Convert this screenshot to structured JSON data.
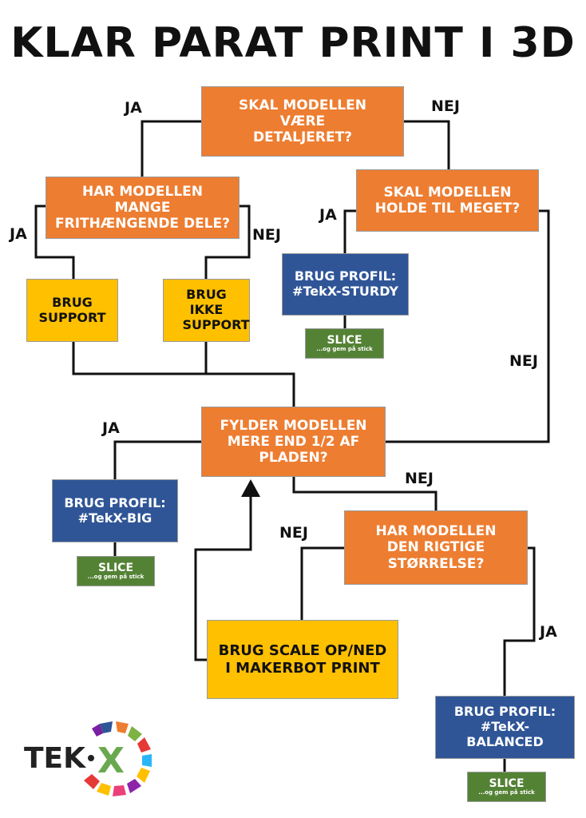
{
  "title": "KLAR PARAT PRINT I 3D",
  "nodes": {
    "q_detailed": "SKAL MODELLEN VÆRE DETALJERET?",
    "q_overhang": "HAR MODELLEN MANGE FRITHÆNGENDE DELE?",
    "q_strong": "SKAL MODELLEN HOLDE TIL MEGET?",
    "use_support": "BRUG SUPPORT",
    "no_support": "BRUG IKKE SUPPORT",
    "profile_sturdy": "BRUG PROFIL: #TekX-STURDY",
    "q_half_plate": "FYLDER MODELLEN MERE END 1/2 AF PLADEN?",
    "profile_big": "BRUG PROFIL: #TekX-BIG",
    "q_right_size": "HAR MODELLEN DEN RIGTIGE STØRRELSE?",
    "scale": "BRUG SCALE OP/NED I MAKERBOT PRINT",
    "profile_balanced": "BRUG PROFIL: #TekX-BALANCED"
  },
  "slice": {
    "label": "SLICE",
    "sub": "...og gem på stick"
  },
  "edge_labels": {
    "yes": "JA",
    "no": "NEJ"
  },
  "logo": {
    "text": "TEK",
    "letter": "X"
  },
  "colors": {
    "question": "#ed7d31",
    "action": "#ffc000",
    "profile": "#2f5597",
    "slice": "#548235"
  }
}
